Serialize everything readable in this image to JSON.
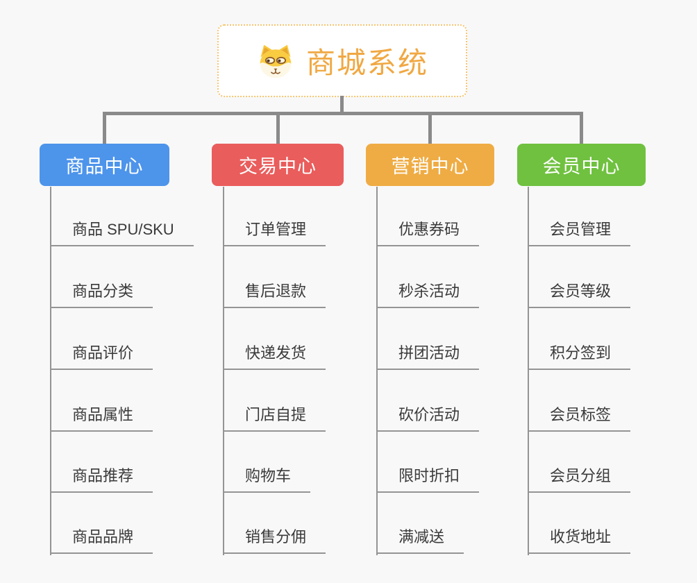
{
  "root": {
    "label": "商城系统",
    "icon": "dog-face-icon",
    "text_color": "#f0a843",
    "border_color": "#f5c571",
    "background": "#ffffff"
  },
  "colors": {
    "canvas_background": "#f8f8f8",
    "connector_line": "#8a8a8a",
    "leaf_line": "#949494",
    "leaf_text": "#3a3a3a"
  },
  "branches": [
    {
      "label": "商品中心",
      "color": "#4d94eb",
      "items": [
        "商品 SPU/SKU",
        "商品分类",
        "商品评价",
        "商品属性",
        "商品推荐",
        "商品品牌"
      ]
    },
    {
      "label": "交易中心",
      "color": "#e95d5c",
      "items": [
        "订单管理",
        "售后退款",
        "快递发货",
        "门店自提",
        "购物车",
        "销售分佣"
      ]
    },
    {
      "label": "营销中心",
      "color": "#efac44",
      "items": [
        "优惠券码",
        "秒杀活动",
        "拼团活动",
        "砍价活动",
        "限时折扣",
        "满减送"
      ]
    },
    {
      "label": "会员中心",
      "color": "#6fc13f",
      "items": [
        "会员管理",
        "会员等级",
        "积分签到",
        "会员标签",
        "会员分组",
        "收货地址"
      ]
    }
  ]
}
